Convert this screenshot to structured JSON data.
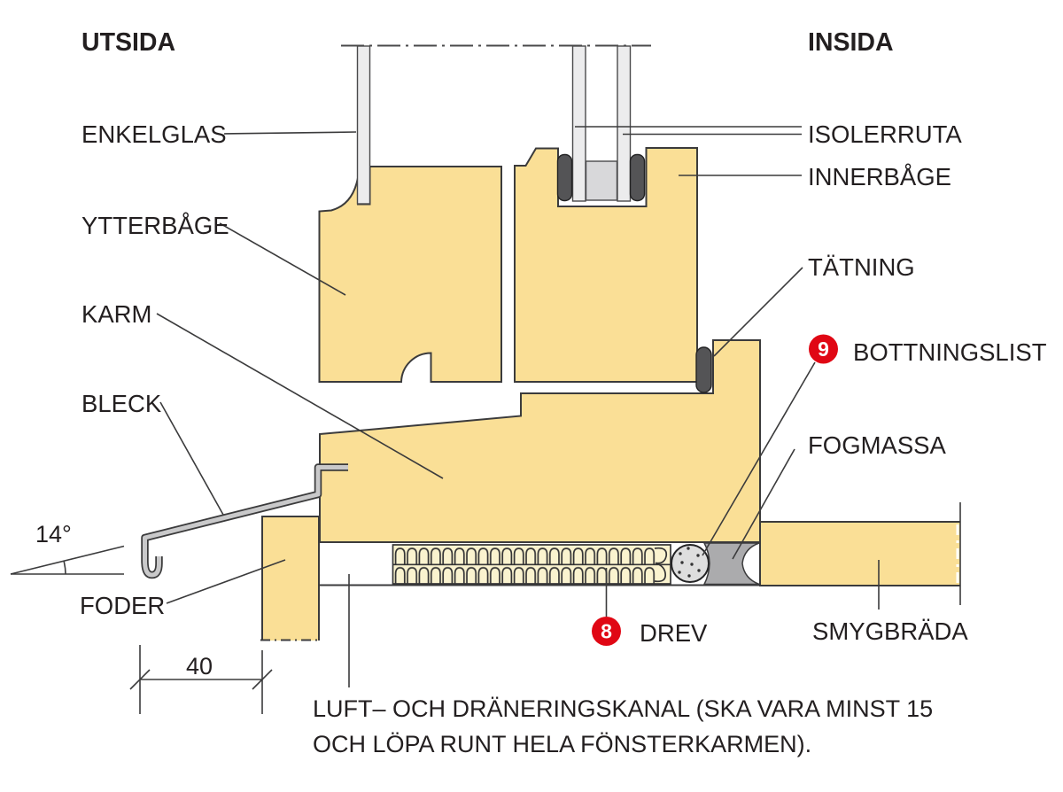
{
  "headers": {
    "outside": "UTSIDA",
    "inside": "INSIDA"
  },
  "left_labels": {
    "enkelglas": "ENKELGLAS",
    "ytterbage": "YTTERBÅGE",
    "karm": "KARM",
    "bleck": "BLECK",
    "foder": "FODER"
  },
  "right_labels": {
    "isolerruta": "ISOLERRUTA",
    "innerbage": "INNERBÅGE",
    "tatning": "TÄTNING",
    "fogmassa": "FOGMASSA",
    "smygbrada": "SMYGBRÄDA"
  },
  "badges": {
    "bottningslist": {
      "number": "9",
      "label": "BOTTNINGSLIST"
    },
    "drev": {
      "number": "8",
      "label": "DREV"
    }
  },
  "dimensions": {
    "bleck_angle": "14°",
    "overhang_width": "40"
  },
  "note": {
    "line1": "LUFT– OCH DRÄNERINGSKANAL (SKA VARA MINST 15",
    "line2": "OCH LÖPA RUNT HELA FÖNSTERKARMEN)."
  },
  "colors": {
    "wood": "#FADF96",
    "wood_outline": "#3B3B3C",
    "glass": "#ECECED",
    "glass_spacer": "#D8D8DA",
    "gasket": "#545456",
    "metal_flashing": "#C9C9CA",
    "sealant_gray": "#ABABAD",
    "backer_rod": "#DEDEDE",
    "insulation_bg": "#FAF3CF",
    "badge_red": "#E00714",
    "text": "#231F20"
  }
}
